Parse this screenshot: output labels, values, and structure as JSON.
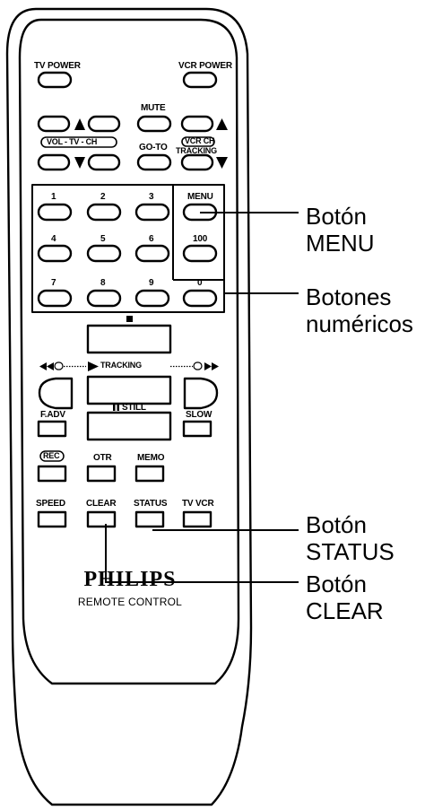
{
  "remote": {
    "tv_power": "TV POWER",
    "vcr_power": "VCR POWER",
    "mute": "MUTE",
    "vol_tv_ch": "VOL - TV - CH",
    "go_to": "GO-TO",
    "vcr_ch": "VCR CH",
    "tracking": "TRACKING",
    "menu": "MENU",
    "hundred": "100",
    "keys": [
      "1",
      "2",
      "3",
      "4",
      "5",
      "6",
      "7",
      "8",
      "9",
      "0"
    ],
    "tracking_bar": "TRACKING",
    "f_adv": "F.ADV",
    "still": "STILL",
    "slow": "SLOW",
    "rec": "REC",
    "otr": "OTR",
    "memo": "MEMO",
    "speed": "SPEED",
    "clear": "CLEAR",
    "status": "STATUS",
    "tv_vcr": "TV VCR",
    "brand": "PHILIPS",
    "brand_sub": "REMOTE CONTROL"
  },
  "callouts": {
    "menu_line1": "Botón",
    "menu_line2": "MENU",
    "numeric_line1": "Botones",
    "numeric_line2": "numéricos",
    "status_line1": "Botón",
    "status_line2": "STATUS",
    "clear_line1": "Botón",
    "clear_line2": "CLEAR"
  }
}
